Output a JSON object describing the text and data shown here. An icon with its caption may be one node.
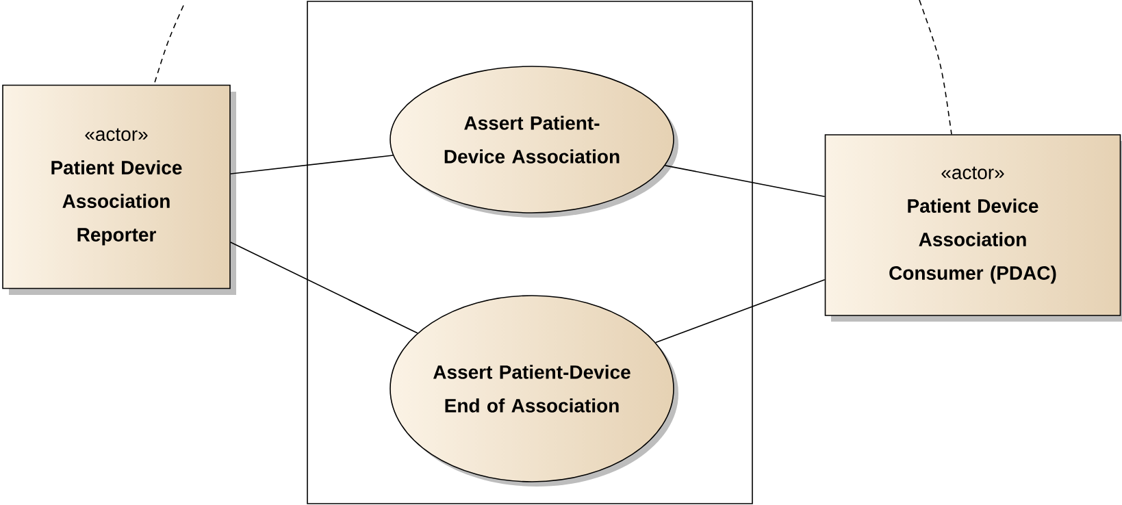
{
  "diagram": {
    "nodes": [
      {
        "text": [],
        "shape": "box"
      },
      {
        "text": [
          "«actor»",
          "Patient Device Association Reporter"
        ]
      },
      {
        "text": [
          "Assert Patient-Device Association"
        ],
        "in": 0
      },
      {
        "text": [
          "Assert Patient-Device End of Association"
        ],
        "in": 0
      },
      {
        "text": [
          "«actor»",
          "Patient Device Association Consumer (PDAC)"
        ]
      }
    ],
    "edges": [
      {
        "from": 1,
        "to": 2,
        "arrow": "none"
      },
      {
        "from": 1,
        "to": 3,
        "arrow": "none"
      },
      {
        "from": 2,
        "to": 4,
        "arrow": "none"
      },
      {
        "from": 3,
        "to": 4,
        "arrow": "none"
      },
      {
        "from": null,
        "to": 1,
        "arrow": "none",
        "style": "dashed"
      },
      {
        "from": null,
        "to": 4,
        "arrow": "none",
        "style": "dashed"
      }
    ]
  }
}
